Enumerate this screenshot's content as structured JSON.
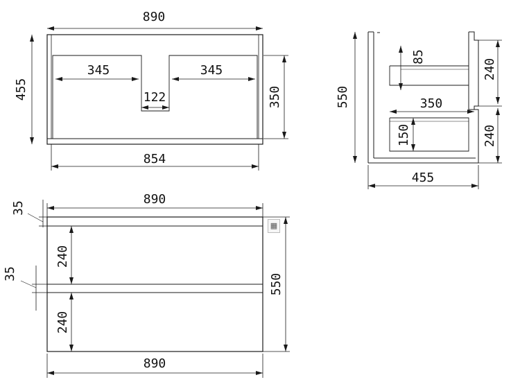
{
  "top_view": {
    "overall_width": "890",
    "depth": "455",
    "left_cutout_width": "345",
    "right_cutout_width": "345",
    "center_gap": "122",
    "inner_depth": "350",
    "inner_width": "854"
  },
  "side_view": {
    "height": "550",
    "depth": "455",
    "inner_depth": "350",
    "upper_drawer_height": "240",
    "lower_drawer_height": "240",
    "upper_inner_height": "85",
    "lower_inner_height": "150"
  },
  "front_view": {
    "overall_width_top": "890",
    "overall_width_bottom": "890",
    "top_gap": "35",
    "middle_gap": "35",
    "upper_drawer_height": "240",
    "lower_drawer_height": "240",
    "height": "550"
  },
  "toolbar": {
    "icon": "image-icon"
  }
}
